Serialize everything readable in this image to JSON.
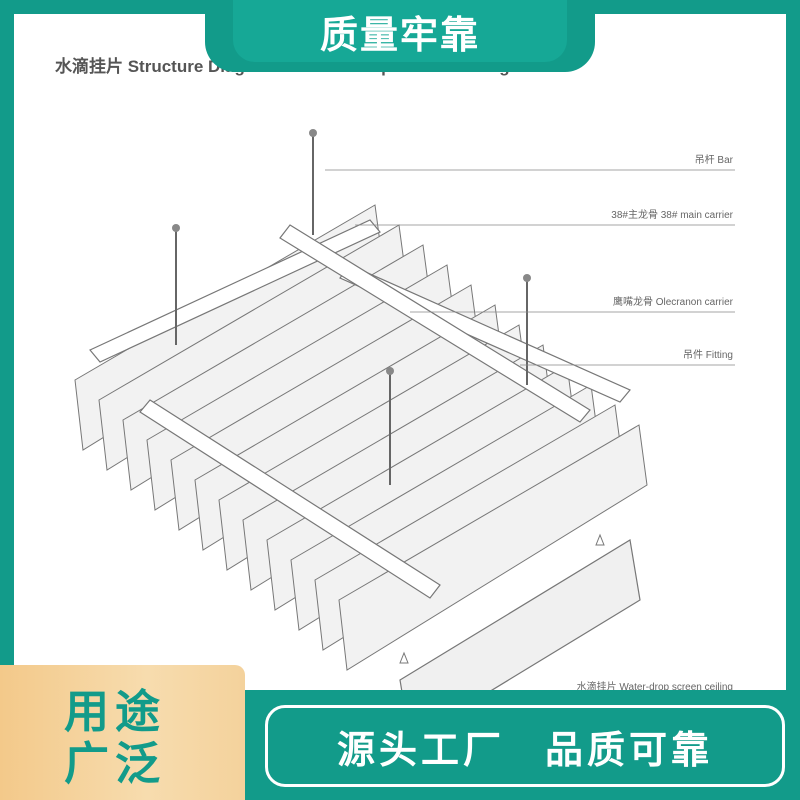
{
  "header": {
    "title": "质量牢靠"
  },
  "diagram": {
    "title": "水滴挂片 Structure Diagram of Water-drop screen ceiling",
    "callouts": [
      {
        "text": "吊杆 Bar"
      },
      {
        "text": "38#主龙骨 38# main carrier"
      },
      {
        "text": "鹰嘴龙骨 Olecranon carrier"
      },
      {
        "text": "吊件 Fitting"
      },
      {
        "text": "水滴挂片 Water-drop screen ceiling"
      }
    ]
  },
  "footer": {
    "usage_line1": "用途",
    "usage_line2": "广泛",
    "slogan_left": "源头工厂",
    "slogan_right": "品质可靠"
  },
  "colors": {
    "brand": "#129b8a",
    "accent": "#f3c98a"
  }
}
